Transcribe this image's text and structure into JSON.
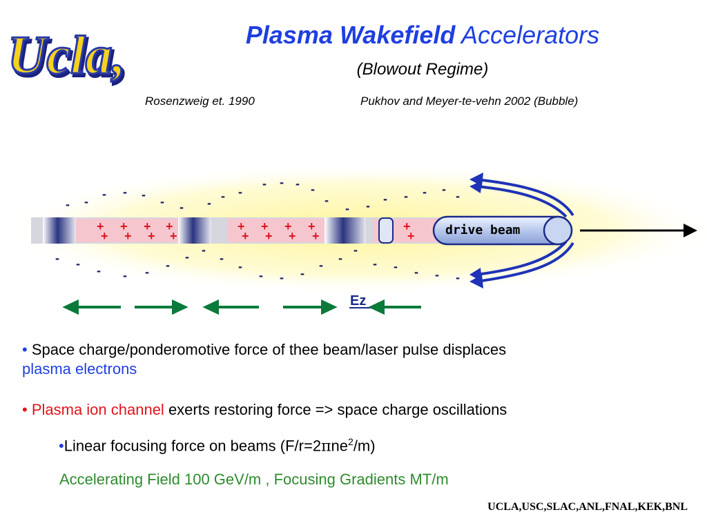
{
  "logo": {
    "text": "Ucla,"
  },
  "title": {
    "bold": "Plasma Wakefield",
    "rest": "Accelerators"
  },
  "subtitle": "(Blowout Regime)",
  "citations": {
    "left": "Rosenzweig et. 1990",
    "right": "Pukhov and Meyer-te-vehn 2002 (Bubble)"
  },
  "diagram": {
    "beam_label": "drive beam",
    "field_label": "Ez",
    "ion_sign": "+",
    "electron_sign": "-",
    "colors": {
      "arrow_green": "#0a7a3a",
      "bubble_glow": "#fff59a",
      "ion_channel": "#f6c6cf",
      "beam_fill": "#c8d8f0",
      "beam_edge": "#1a2a8a",
      "trajectory_blue": "#1f33b8"
    }
  },
  "bullets": {
    "b1_marker": "•",
    "b1_text": " Space charge/ponderomotive force of thee beam/laser pulse displaces ",
    "b1_blue": "plasma electrons",
    "b2_marker": "•",
    "b2_red": " Plasma ion channel",
    "b2_text": " exerts restoring force => space charge oscillations",
    "b3_marker": "•",
    "b3_text_a": "Linear focusing force on beams (F/r=2",
    "b3_pi": "π",
    "b3_text_b": "ne",
    "b3_sup": "2",
    "b3_text_c": "/m)",
    "b4_text": "Accelerating Field 100 GeV/m , Focusing Gradients MT/m"
  },
  "footer": "UCLA,USC,SLAC,ANL,FNAL,KEK,BNL"
}
